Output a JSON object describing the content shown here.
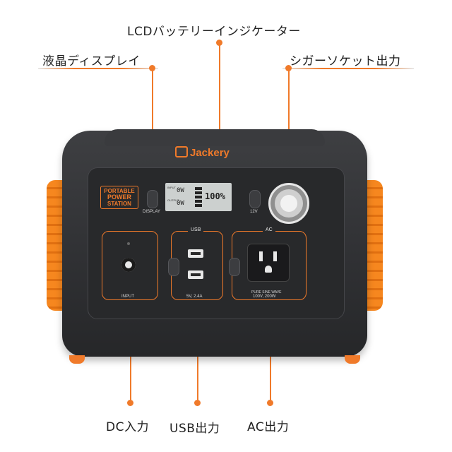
{
  "callouts": {
    "lcd": "LCDバッテリーインジケーター",
    "lcd_panel": "液晶ディスプレイ",
    "cigarette": "シガーソケット出力",
    "dc_in": "DC入力",
    "usb_out": "USB出力",
    "ac_out": "AC出力"
  },
  "device": {
    "brand": "Jackery",
    "badge_line1": "PORTABLE",
    "badge_line2": "POWER",
    "badge_line3": "STATION",
    "display_btn": "DISPLAY",
    "cig_label": "12V",
    "lcd_input_label": "INPUT",
    "lcd_output_label": "OUTPUT",
    "lcd_input_val": "0W",
    "lcd_output_val": "0W",
    "lcd_percent": "100%",
    "usb_label": "USB",
    "ac_label": "AC",
    "input_label": "INPUT",
    "usb_spec": "5V, 2.4A",
    "ac_spec1": "PURE SINE WAVE",
    "ac_spec2": "100V, 200W"
  },
  "accent_color": "#f07a2a"
}
